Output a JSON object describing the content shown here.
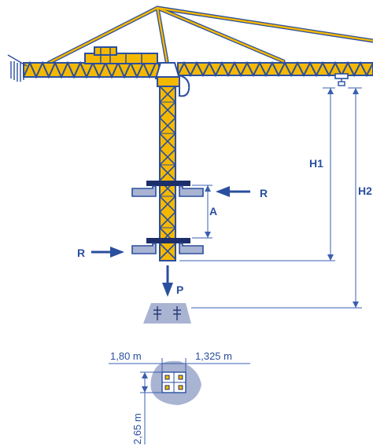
{
  "labels": {
    "h1": "H1",
    "h2": "H2",
    "r_right": "R",
    "r_left": "R",
    "a": "A",
    "p": "P"
  },
  "dimensions": {
    "left_width": "1,80 m",
    "right_width": "1,325 m",
    "height": "2,65 m"
  },
  "colors": {
    "steel_yellow": "#f5b800",
    "outline_blue": "#2a4f9f",
    "dark_navy": "#1c2f6b",
    "foundation_gray": "#a9b3d2",
    "dimension_line": "#3a5fb0"
  }
}
